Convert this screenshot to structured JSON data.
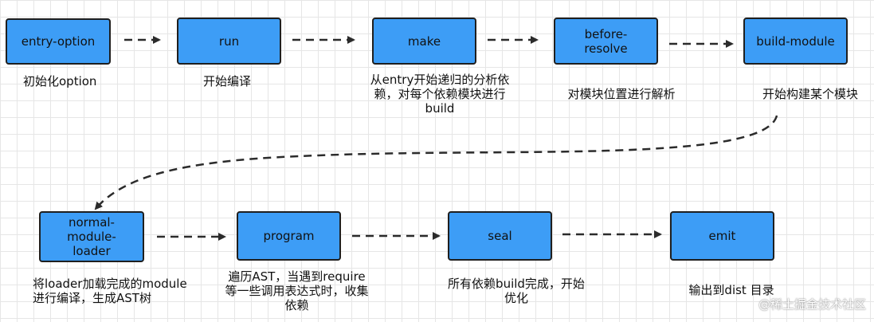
{
  "nodes": {
    "entry_option": "entry-option",
    "run": "run",
    "make": "make",
    "before_resolve": "before-\nresolve",
    "build_module": "build-module",
    "normal_module_loader": "normal-\nmodule-\nloader",
    "program": "program",
    "seal": "seal",
    "emit": "emit"
  },
  "captions": {
    "entry_option": "初始化option",
    "run": "开始编译",
    "make": "从entry开始递归的分析依\n赖，对每个依赖模块进行\nbuild",
    "before_resolve": "对模块位置进行解析",
    "build_module": "开始构建某个模块",
    "normal_module_loader": "将loader加载完成的module\n进行编译，生成AST树",
    "program": "遍历AST，当遇到require\n等一些调用表达式时，收集\n依赖",
    "seal": "所有依赖build完成，开始\n优化",
    "emit": "输出到dist 目录"
  },
  "watermark": "@稀土掘金技术社区",
  "colors": {
    "node_fill": "#3d9df6",
    "node_border": "#1f1f1f",
    "arrow": "#2b2b2b",
    "grid": "#e6e6e6"
  }
}
